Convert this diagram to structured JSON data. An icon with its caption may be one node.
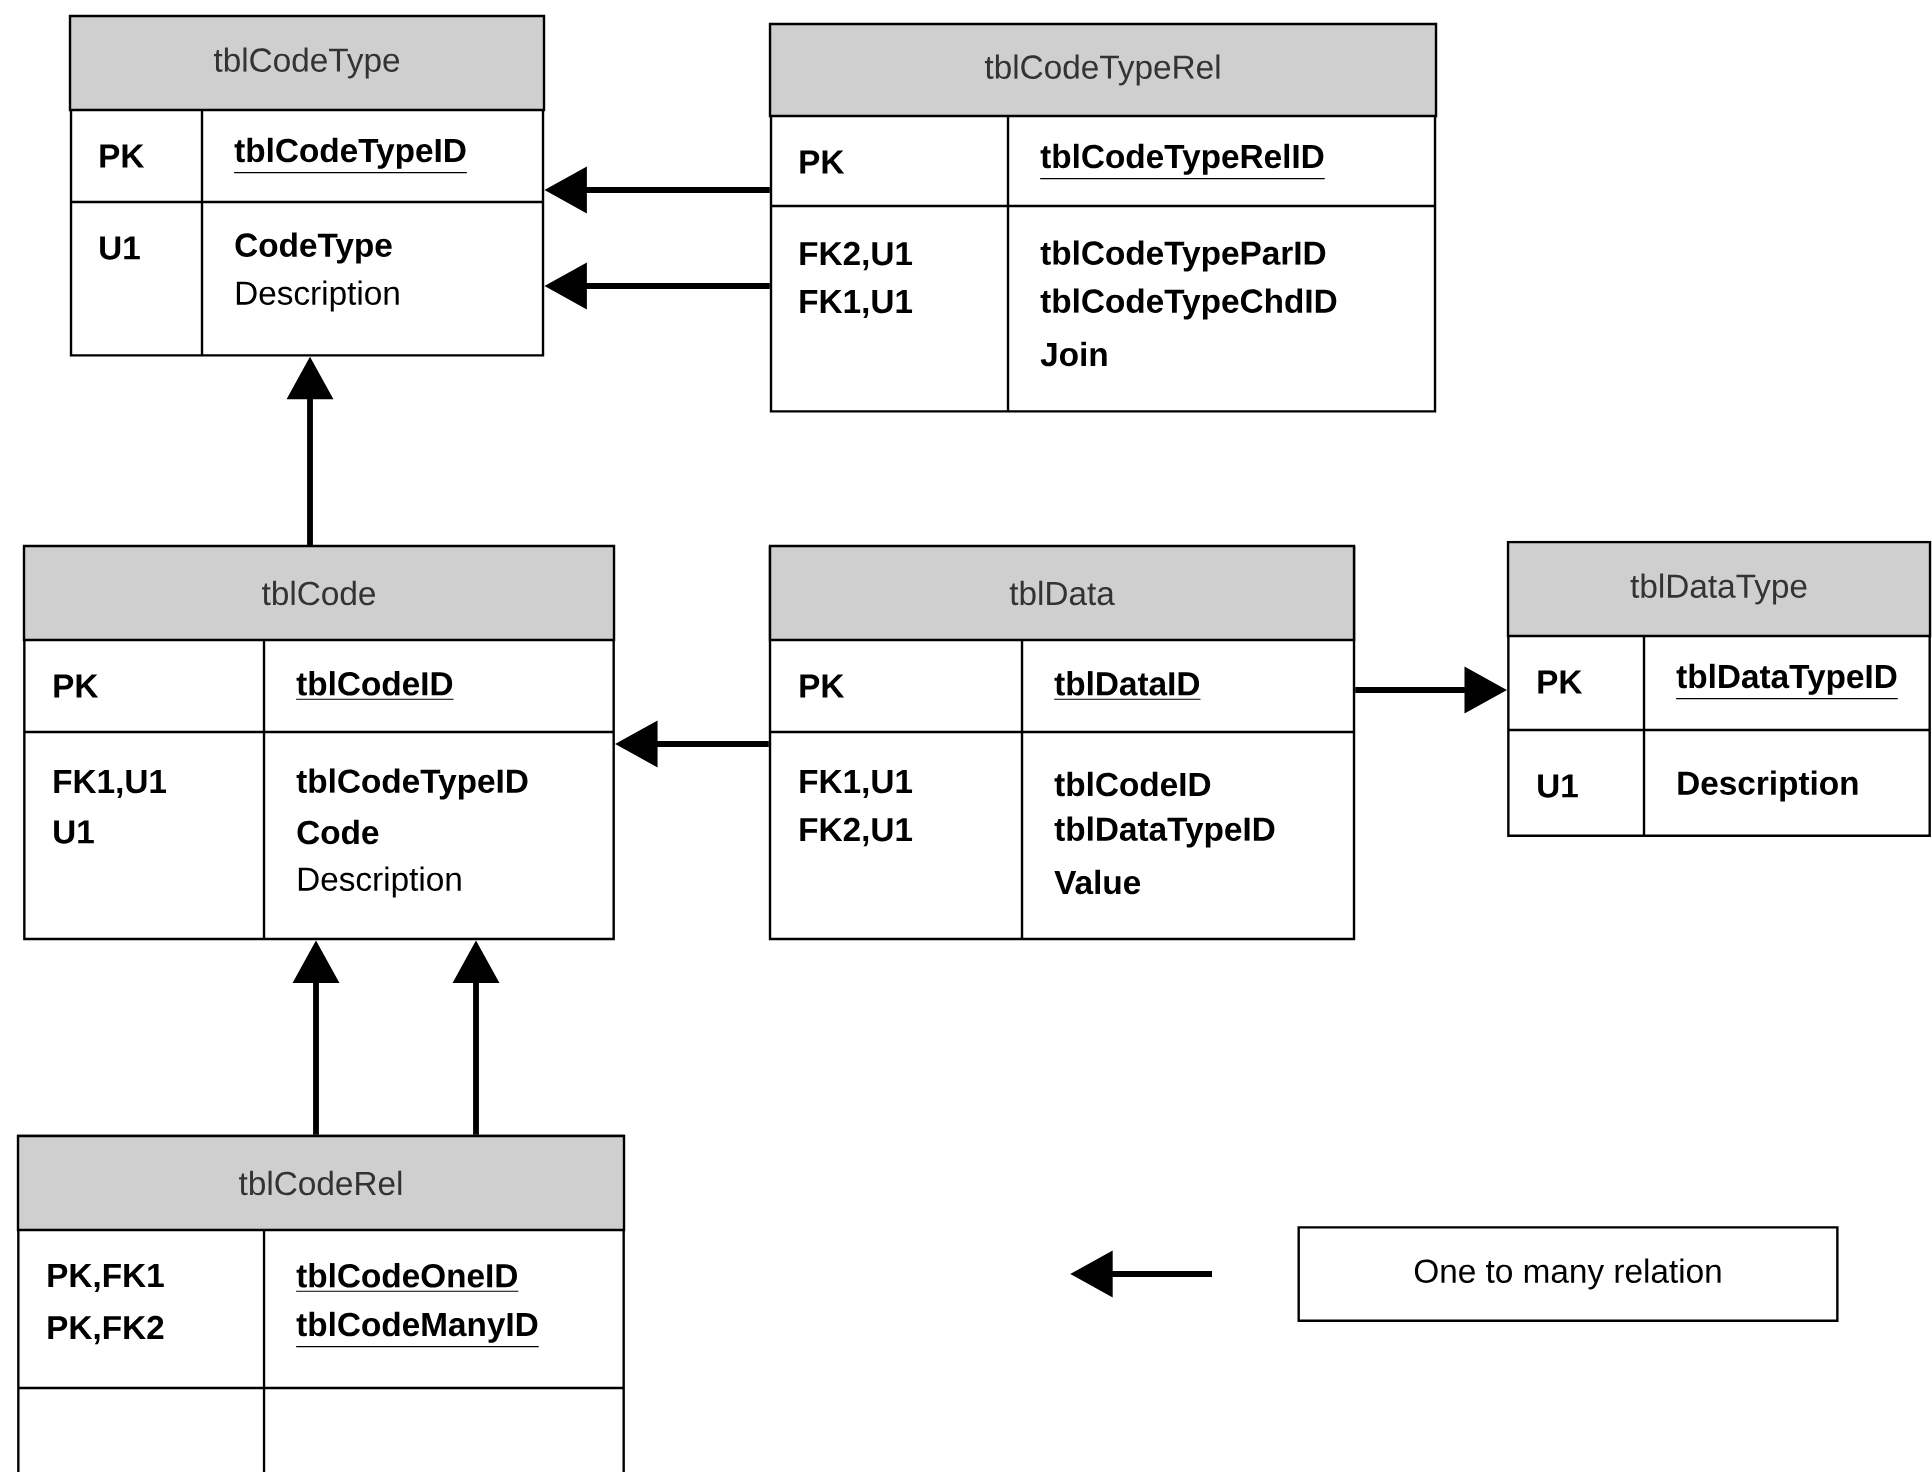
{
  "diagram": {
    "nodes": [
      {
        "text": [
          "tblCodeType",
          "PK",
          "tblCodeTypeID",
          "U1",
          "CodeType",
          "Description"
        ]
      },
      {
        "text": [
          "tblCodeTypeRel",
          "PK",
          "tblCodeTypeRelID",
          "FK2,U1",
          "FK1,U1",
          "tblCodeTypeParID",
          "tblCodeTypeChdID",
          "Join"
        ]
      },
      {
        "text": [
          "tblCode",
          "PK",
          "tblCodeID",
          "FK1,U1",
          "U1",
          "tblCodeTypeID",
          "Code",
          "Description"
        ]
      },
      {
        "text": [
          "tblData",
          "PK",
          "tblDataID",
          "FK1,U1",
          "FK2,U1",
          "tblCodeID",
          "tblDataTypeID",
          "Value"
        ]
      },
      {
        "text": [
          "tblDataType",
          "PK",
          "tblDataTypeID",
          "U1",
          "Description"
        ]
      },
      {
        "text": [
          "tblCodeRel",
          "PK,FK1",
          "PK,FK2",
          "tblCodeOneID",
          "tblCodeManyID"
        ]
      }
    ],
    "edges": [
      {
        "from": 1,
        "to": 0,
        "arrow": "to"
      },
      {
        "from": 1,
        "to": 0,
        "arrow": "to"
      },
      {
        "from": 2,
        "to": 0,
        "arrow": "to"
      },
      {
        "from": 3,
        "to": 2,
        "arrow": "to"
      },
      {
        "from": 3,
        "to": 4,
        "arrow": "to"
      },
      {
        "from": 5,
        "to": 2,
        "arrow": "to"
      },
      {
        "from": 5,
        "to": 2,
        "arrow": "to"
      }
    ],
    "legend": [
      {
        "text": "One to many relation"
      }
    ]
  }
}
